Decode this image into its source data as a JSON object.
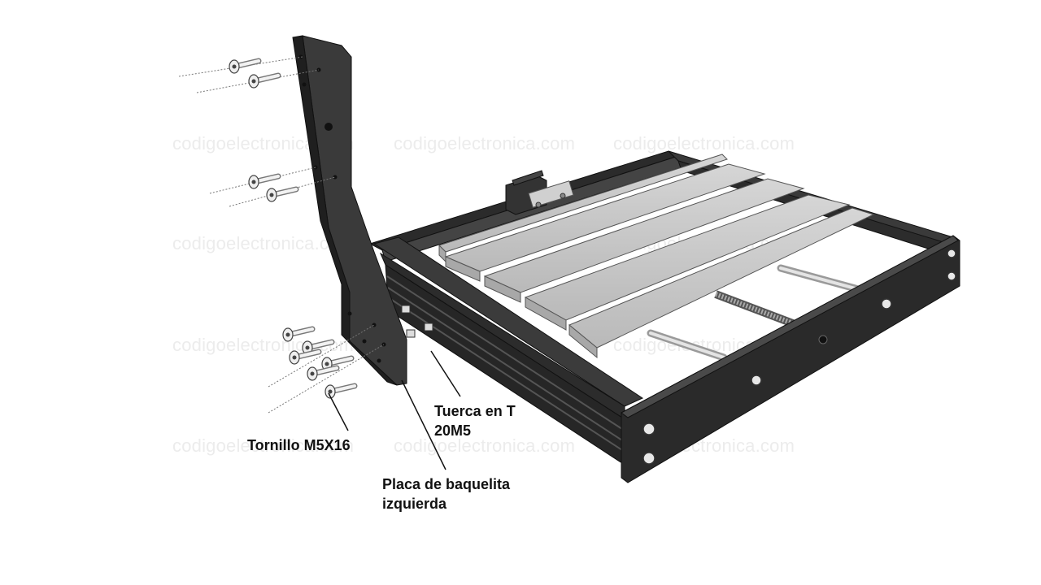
{
  "watermark": "codigoelectronica.com",
  "labels": {
    "screw": "Tornillo M5X16",
    "tnut_line1": "Tuerca en T",
    "tnut_line2": "20M5",
    "plate_line1": "Placa de baquelita",
    "plate_line2": "izquierda"
  },
  "colors": {
    "frame": "#2f2f2f",
    "frame_light": "#4a4a4a",
    "aluminum": "#c9c9c9",
    "aluminum_dark": "#9a9a9a",
    "leader": "#111111"
  }
}
